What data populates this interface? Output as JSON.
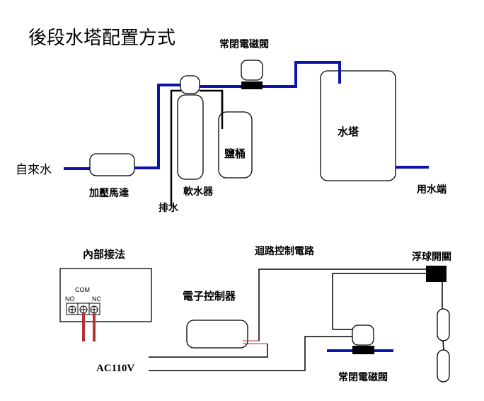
{
  "title": "後段水塔配置方式",
  "top_diagram": {
    "inlet_label": "自來水",
    "pump_label": "加壓馬達",
    "softener_label": "軟水器",
    "drain_label": "排水",
    "brine_tank_label": "鹽桶",
    "valve_label": "常閉電磁閥",
    "tower_label": "水塔",
    "outlet_label": "用水端"
  },
  "bottom_diagram": {
    "internal_wiring_label": "內部接法",
    "terminal_com": "COM",
    "terminal_no": "NO",
    "terminal_nc": "NC",
    "controller_label": "電子控制器",
    "circuit_label": "迴路控制電路",
    "float_switch_label": "浮球開關",
    "power_label": "AC110V",
    "valve_label": "常閉電磁閥"
  },
  "colors": {
    "pipe": "#0a14a8",
    "wire": "#000000",
    "relay_wire": "#b43232"
  }
}
